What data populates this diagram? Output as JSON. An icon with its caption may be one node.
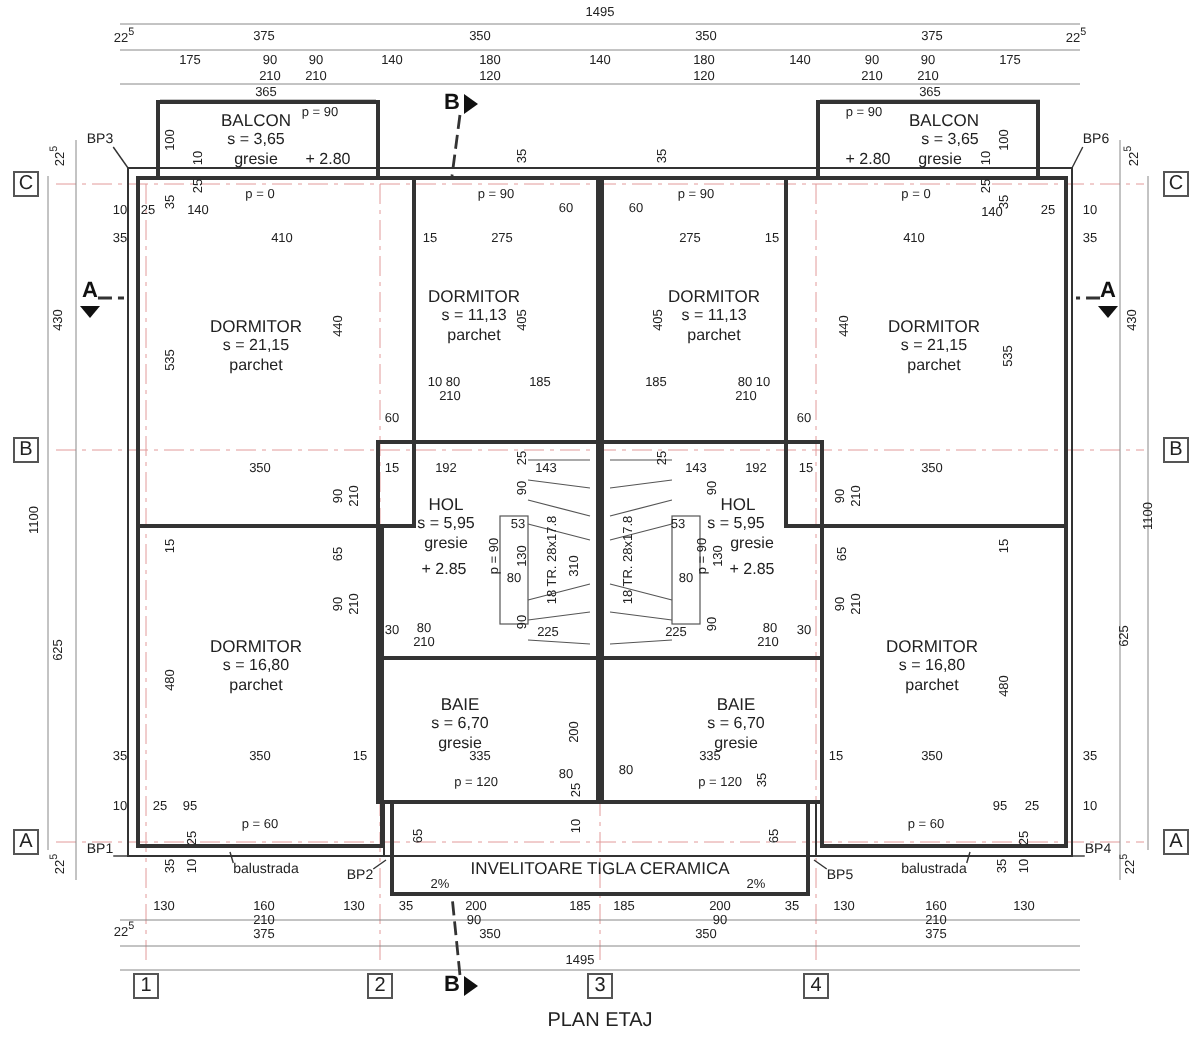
{
  "diagram": {
    "title": "PLAN ETAJ",
    "nodes": [
      {
        "text": [
          "BALCON",
          "s = 3,65",
          "gresie",
          "+ 2.80"
        ]
      },
      {
        "text": [
          "BALCON",
          "s = 3,65",
          "gresie",
          "+ 2.80"
        ]
      },
      {
        "text": [
          "DORMITOR",
          "s = 21,15",
          "parchet"
        ]
      },
      {
        "text": [
          "DORMITOR",
          "s = 11,13",
          "parchet"
        ]
      },
      {
        "text": [
          "DORMITOR",
          "s = 11,13",
          "parchet"
        ]
      },
      {
        "text": [
          "DORMITOR",
          "s = 21,15",
          "parchet"
        ]
      },
      {
        "text": [
          "HOL",
          "s = 5,95",
          "gresie",
          "+ 2.85"
        ]
      },
      {
        "text": [
          "HOL",
          "s = 5,95",
          "gresie",
          "+ 2.85"
        ]
      },
      {
        "text": [
          "DORMITOR",
          "s = 16,80",
          "parchet"
        ]
      },
      {
        "text": [
          "DORMITOR",
          "s = 16,80",
          "parchet"
        ]
      },
      {
        "text": [
          "BAIE",
          "s = 6,70",
          "gresie"
        ]
      },
      {
        "text": [
          "BAIE",
          "s = 6,70",
          "gresie"
        ]
      },
      {
        "text": [
          "INVELITOARE TIGLA CERAMICA"
        ]
      },
      {
        "text": [
          "C"
        ]
      },
      {
        "text": [
          "C"
        ]
      },
      {
        "text": [
          "B"
        ]
      },
      {
        "text": [
          "B"
        ]
      },
      {
        "text": [
          "A"
        ]
      },
      {
        "text": [
          "A"
        ]
      },
      {
        "text": [
          "1"
        ]
      },
      {
        "text": [
          "2"
        ]
      },
      {
        "text": [
          "3"
        ]
      },
      {
        "text": [
          "4"
        ]
      },
      {
        "text": [
          "BP3"
        ]
      },
      {
        "text": [
          "BP6"
        ]
      },
      {
        "text": [
          "BP1"
        ]
      },
      {
        "text": [
          "BP4"
        ]
      },
      {
        "text": [
          "balustrada"
        ]
      },
      {
        "text": [
          "balustrada"
        ]
      },
      {
        "text": [
          "BP2"
        ]
      },
      {
        "text": [
          "BP5"
        ]
      },
      {
        "text": [
          "B"
        ]
      },
      {
        "text": [
          "A"
        ]
      },
      {
        "text": [
          "A"
        ]
      },
      {
        "text": [
          "B"
        ]
      }
    ],
    "edges": [
      {
        "from": 23,
        "to": null,
        "arrow": "none"
      },
      {
        "from": 24,
        "to": null,
        "arrow": "none"
      },
      {
        "from": 25,
        "to": null,
        "arrow": "none"
      },
      {
        "from": 26,
        "to": null,
        "arrow": "none"
      },
      {
        "from": 27,
        "to": null,
        "arrow": "none"
      },
      {
        "from": 28,
        "to": null,
        "arrow": "none"
      },
      {
        "from": 29,
        "to": null,
        "arrow": "none"
      },
      {
        "from": 30,
        "to": null,
        "arrow": "none"
      },
      {
        "from": 31,
        "to": 3,
        "arrow": "none",
        "style": "dashed"
      },
      {
        "from": 32,
        "to": null,
        "arrow": "none",
        "style": "dashed"
      },
      {
        "from": 33,
        "to": null,
        "arrow": "none",
        "style": "dashed"
      },
      {
        "from": 34,
        "to": 12,
        "arrow": "none",
        "style": "dashed"
      }
    ],
    "labels": [
      "1495",
      "22$^{5}$",
      "375",
      "350",
      "350",
      "375",
      "22$^{5}$",
      "175",
      "90",
      "90",
      "140",
      "180",
      "140",
      "180",
      "140",
      "90",
      "90",
      "175",
      "210",
      "210",
      "120",
      "120",
      "210",
      "210",
      "365",
      "365",
      "p = 90",
      "p = 90",
      "100",
      "10",
      "10",
      "100",
      "22$^{5}$",
      "22$^{5}$",
      "35",
      "35",
      "25",
      "25",
      "35",
      "p = 0",
      "p = 90",
      "p = 90",
      "p = 0",
      "35",
      "10",
      "25",
      "140",
      "60",
      "60",
      "140",
      "25",
      "10",
      "35",
      "410",
      "15",
      "275",
      "275",
      "15",
      "410",
      "35",
      "430",
      "440",
      "405",
      "405",
      "440",
      "430",
      "535",
      "535",
      "10 80",
      "185",
      "185",
      "80 10",
      "210",
      "210",
      "60",
      "60",
      "25",
      "25",
      "350",
      "15",
      "192",
      "143",
      "143",
      "192",
      "15",
      "350",
      "90",
      "90",
      "90",
      "210",
      "90",
      "210",
      "1100",
      "1100",
      "53",
      "53",
      "15",
      "65",
      "130",
      "p = 90",
      "18 TR. 28x17.8",
      "310",
      "18 TR. 28x17.8",
      "p = 90",
      "130",
      "65",
      "15",
      "80",
      "80",
      "90",
      "210",
      "90",
      "210",
      "90",
      "90",
      "30",
      "80",
      "225",
      "225",
      "80",
      "30",
      "210",
      "210",
      "625",
      "625",
      "480",
      "480",
      "200",
      "35",
      "350",
      "15",
      "335",
      "335",
      "15",
      "350",
      "35",
      "80",
      "80",
      "p = 120",
      "p = 120",
      "35",
      "25",
      "10",
      "25",
      "95",
      "95",
      "25",
      "10",
      "p = 60",
      "10",
      "p = 60",
      "25",
      "65",
      "65",
      "25",
      "22$^{5}$",
      "35",
      "10",
      "35",
      "10",
      "22$^{5}$",
      "2%",
      "2%",
      "130",
      "160",
      "130",
      "35",
      "200",
      "185",
      "185",
      "200",
      "35",
      "130",
      "160",
      "130",
      "22$^{5}$",
      "210",
      "90",
      "90",
      "210",
      "375",
      "350",
      "350",
      "375",
      "1495"
    ]
  }
}
